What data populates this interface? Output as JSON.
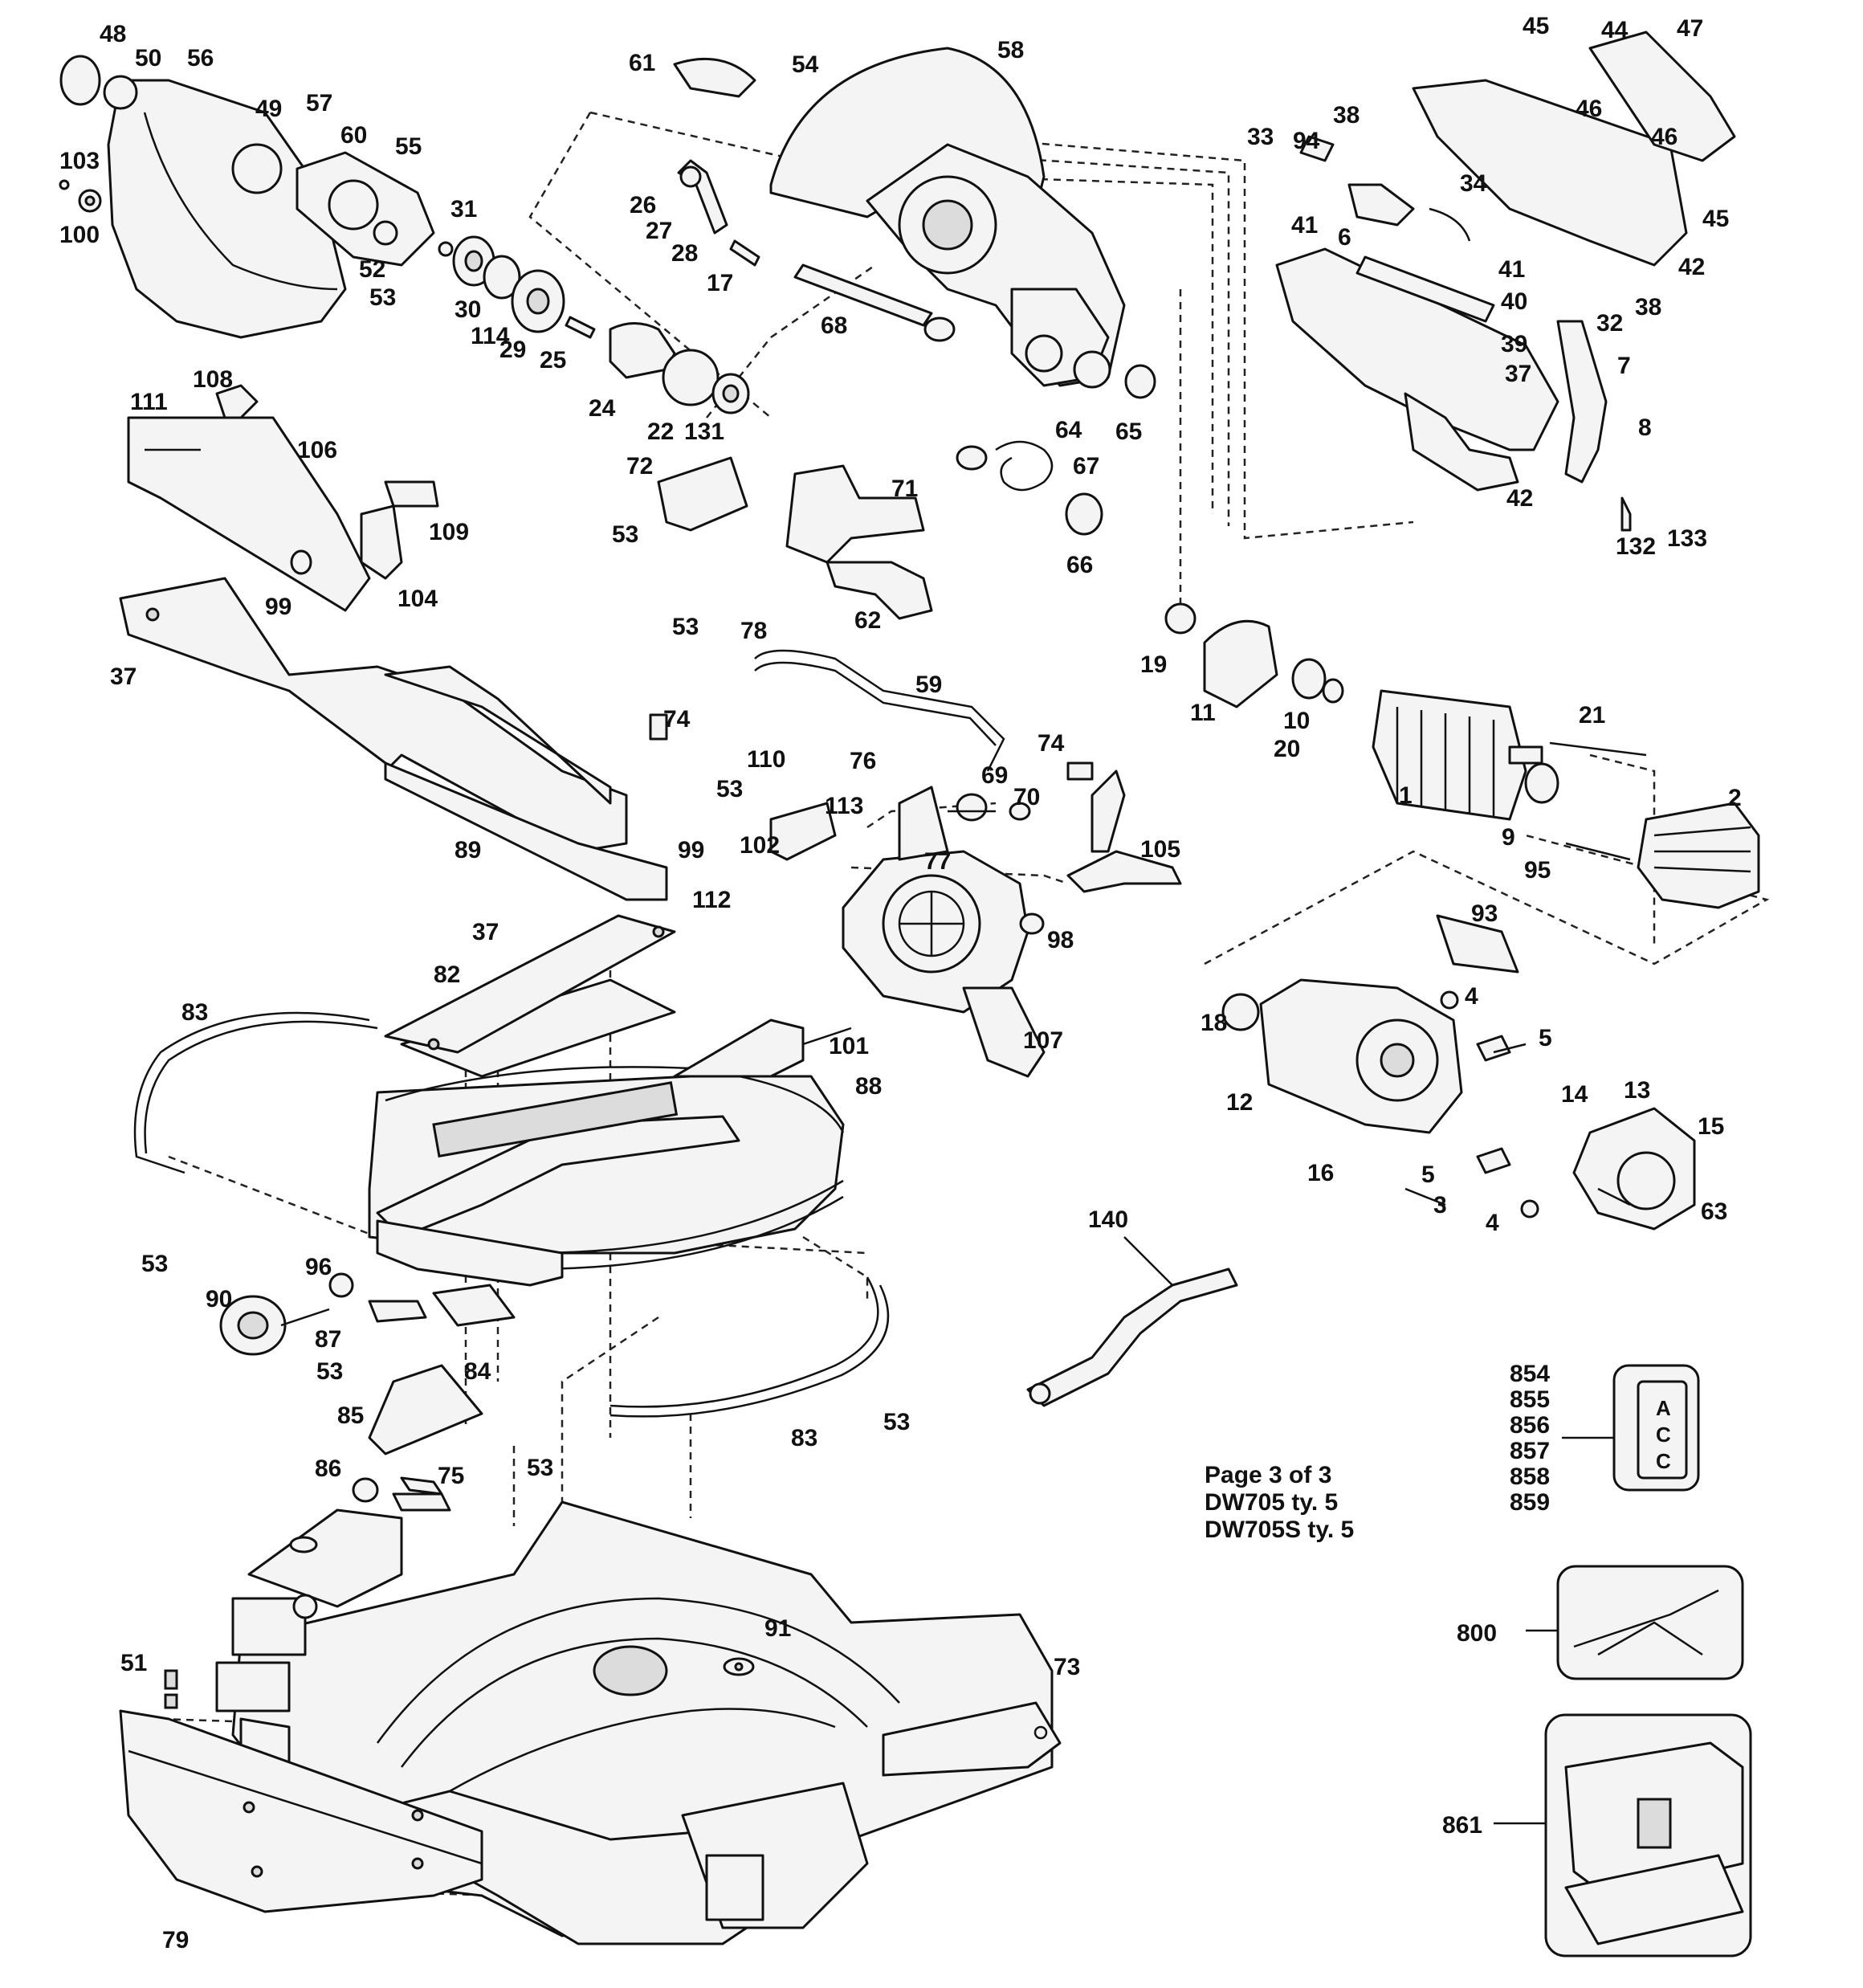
{
  "page_info": {
    "line1": "Page 3 of 3",
    "line2": "DW705 ty. 5",
    "line3": "DW705S ty. 5"
  },
  "label_letters": [
    "A",
    "C",
    "C"
  ],
  "callouts": {
    "c1": "1",
    "c2": "2",
    "c3": "3",
    "c4a": "4",
    "c4b": "4",
    "c5a": "5",
    "c5b": "5",
    "c6": "6",
    "c7": "7",
    "c8": "8",
    "c9": "9",
    "c10": "10",
    "c11": "11",
    "c12": "12",
    "c13": "13",
    "c14": "14",
    "c15": "15",
    "c16": "16",
    "c17": "17",
    "c18": "18",
    "c19": "19",
    "c20": "20",
    "c21": "21",
    "c22": "22",
    "c24": "24",
    "c25": "25",
    "c26": "26",
    "c27": "27",
    "c28": "28",
    "c29": "29",
    "c30": "30",
    "c31": "31",
    "c32": "32",
    "c33": "33",
    "c34": "34",
    "c37a": "37",
    "c37b": "37",
    "c37c": "37",
    "c38a": "38",
    "c38b": "38",
    "c39": "39",
    "c40": "40",
    "c41a": "41",
    "c41b": "41",
    "c42a": "42",
    "c42b": "42",
    "c44": "44",
    "c45a": "45",
    "c45b": "45",
    "c46a": "46",
    "c46b": "46",
    "c47": "47",
    "c48": "48",
    "c49": "49",
    "c50": "50",
    "c51": "51",
    "c52": "52",
    "c53a": "53",
    "c53b": "53",
    "c53c": "53",
    "c53d": "53",
    "c53e": "53",
    "c53f": "53",
    "c53g": "53",
    "c53h": "53",
    "c54": "54",
    "c55": "55",
    "c56": "56",
    "c57": "57",
    "c58": "58",
    "c59": "59",
    "c60": "60",
    "c61": "61",
    "c62": "62",
    "c63": "63",
    "c64": "64",
    "c65": "65",
    "c66": "66",
    "c67": "67",
    "c68": "68",
    "c69": "69",
    "c70": "70",
    "c71": "71",
    "c72": "72",
    "c73": "73",
    "c74a": "74",
    "c74b": "74",
    "c75": "75",
    "c76": "76",
    "c77": "77",
    "c78": "78",
    "c79": "79",
    "c82": "82",
    "c83a": "83",
    "c83b": "83",
    "c84": "84",
    "c85": "85",
    "c86": "86",
    "c87": "87",
    "c88": "88",
    "c89": "89",
    "c90": "90",
    "c91": "91",
    "c93": "93",
    "c94": "94",
    "c95": "95",
    "c96": "96",
    "c98": "98",
    "c99a": "99",
    "c99b": "99",
    "c100": "100",
    "c101": "101",
    "c102": "102",
    "c103": "103",
    "c104": "104",
    "c105": "105",
    "c106": "106",
    "c107": "107",
    "c108": "108",
    "c109": "109",
    "c110": "110",
    "c111": "111",
    "c112": "112",
    "c113": "113",
    "c114": "114",
    "c131": "131",
    "c132": "132",
    "c133": "133",
    "c140": "140",
    "c854": "854",
    "c855": "855",
    "c856": "856",
    "c857": "857",
    "c858": "858",
    "c859": "859",
    "c800": "800",
    "c861": "861"
  }
}
